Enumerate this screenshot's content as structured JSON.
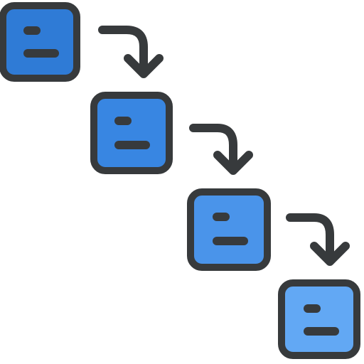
{
  "diagram": {
    "type": "cascading-steps",
    "steps": [
      {
        "id": "step-1",
        "fill": "#2f7bd6",
        "icon": "card-icon"
      },
      {
        "id": "step-2",
        "fill": "#3886e2",
        "icon": "card-icon"
      },
      {
        "id": "step-3",
        "fill": "#4a94ea",
        "icon": "card-icon"
      },
      {
        "id": "step-4",
        "fill": "#62a8f4",
        "icon": "card-icon"
      }
    ],
    "connectors": [
      {
        "from": "step-1",
        "to": "step-2",
        "icon": "curved-arrow-icon"
      },
      {
        "from": "step-2",
        "to": "step-3",
        "icon": "curved-arrow-icon"
      },
      {
        "from": "step-3",
        "to": "step-4",
        "icon": "curved-arrow-icon"
      }
    ],
    "stroke_color": "#373a3c",
    "background": "#ffffff"
  }
}
